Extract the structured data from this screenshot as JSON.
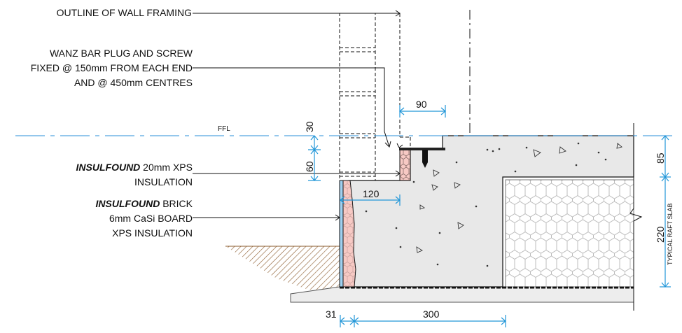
{
  "callouts": {
    "wall_framing": "OUTLINE OF WALL FRAMING",
    "wanz_bar": [
      "WANZ BAR PLUG AND SCREW",
      "FIXED @ 150mm FROM EACH END",
      "AND @ 450mm CENTRES"
    ],
    "xps_20": {
      "brand": "INSULFOUND",
      "rest": " 20mm XPS",
      "line2": "INSULATION"
    },
    "brick": {
      "brand": "INSULFOUND",
      "rest": " BRICK",
      "line2": "6mm CaSi BOARD",
      "line3": "XPS INSULATION"
    }
  },
  "level_label": "FFL",
  "dimensions": {
    "d30": "30",
    "d60": "60",
    "d90": "90",
    "d120": "120",
    "d85": "85",
    "d220": "220",
    "d31": "31",
    "d300": "300"
  },
  "slab_label": "TYPICAL RAFT SLAB",
  "colors": {
    "dimension": "#2196d8",
    "level_line": "#2a8fd8",
    "concrete": "#e8e8e8",
    "insulation_pink": "#f7c9c4",
    "outline": "#111111",
    "soil_hatch": "#8a5a2b"
  }
}
